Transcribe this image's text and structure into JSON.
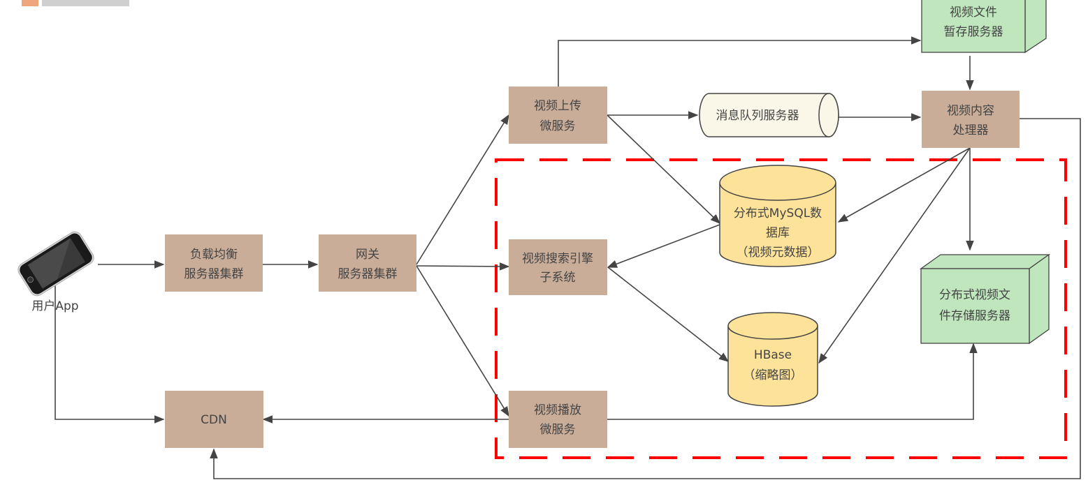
{
  "diagram": {
    "title": "视频系统架构图",
    "colors": {
      "service_box": "#c9ad98",
      "storage_green": "#bfe6bd",
      "database_yellow": "#fde39a",
      "queue_fill": "#fbf7e8",
      "highlight_border": "#ff0000",
      "line": "#444444"
    },
    "nodes": {
      "user_app": {
        "label": "用户App",
        "icon": "smartphone-icon"
      },
      "load_balancer": {
        "line1": "负载均衡",
        "line2": "服务器集群"
      },
      "gateway": {
        "line1": "网关",
        "line2": "服务器集群"
      },
      "upload_service": {
        "line1": "视频上传",
        "line2": "微服务"
      },
      "search_engine": {
        "line1": "视频搜索引擎",
        "line2": "子系统"
      },
      "play_service": {
        "line1": "视频播放",
        "line2": "微服务"
      },
      "cdn": {
        "label": "CDN"
      },
      "message_queue": {
        "label": "消息队列服务器"
      },
      "temp_storage": {
        "line1": "视频文件",
        "line2": "暂存服务器"
      },
      "content_processor": {
        "line1": "视频内容",
        "line2": "处理器"
      },
      "mysql": {
        "line1": "分布式MySQL数",
        "line2": "据库",
        "line3": "（视频元数据）"
      },
      "hbase": {
        "line1": "HBase",
        "line2": "（缩略图）"
      },
      "file_storage": {
        "line1": "分布式视频文",
        "line2": "件存储服务器"
      }
    }
  }
}
